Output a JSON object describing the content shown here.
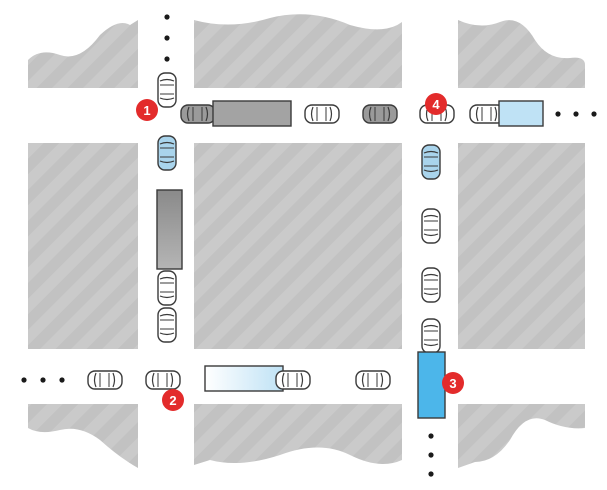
{
  "diagram": {
    "kind": "traffic-gridlock-intersection",
    "colors": {
      "block": "#c8c8c8",
      "block_stripe": "#bdbdbd",
      "road": "#ffffff",
      "car_body": "#ffffff",
      "car_outline": "#3a3a3a",
      "car_grey": "#9a9a9a",
      "car_blue": "#a9d4ec",
      "truck_grey": "#a3a3a3",
      "truck_blue": "#bfe2f5",
      "truck_blue_bright": "#4cb6ea",
      "badge": "#e32b2b",
      "dots": "#1a1a1a"
    },
    "markers": [
      {
        "id": "m1",
        "label": "1"
      },
      {
        "id": "m2",
        "label": "2"
      },
      {
        "id": "m3",
        "label": "3"
      },
      {
        "id": "m4",
        "label": "4"
      }
    ],
    "continuation_dots": [
      "top",
      "right",
      "left",
      "bottom"
    ]
  }
}
